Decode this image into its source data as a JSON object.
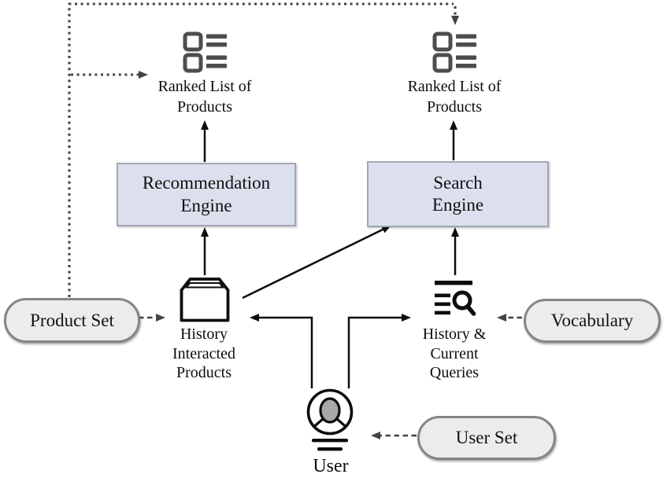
{
  "colors": {
    "engine_fill": "#dce0ee",
    "engine_border": "#a2a7b6",
    "pill_fill": "#ececec",
    "pill_border": "#858585",
    "solid": "#0d0d0d",
    "dashed": "#434343",
    "icon_gray": "#4d4d4d"
  },
  "nodes": {
    "ranked_list_left": {
      "label": "Ranked List of\nProducts"
    },
    "ranked_list_right": {
      "label": "Ranked List of\nProducts"
    },
    "recommendation_engine": {
      "label": "Recommendation\nEngine"
    },
    "search_engine": {
      "label": "Search\nEngine"
    },
    "history_interacted_products": {
      "label": "History\nInteracted\nProducts"
    },
    "history_current_queries": {
      "label": "History &\nCurrent\nQueries"
    },
    "user": {
      "label": "User"
    }
  },
  "inputs": {
    "product_set": {
      "label": "Product Set"
    },
    "vocabulary": {
      "label": "Vocabulary"
    },
    "user_set": {
      "label": "User Set"
    }
  },
  "icons": {
    "ranked_list": "ranked-list-icon",
    "history_products": "archive-box-icon",
    "queries": "list-search-icon",
    "user": "person-in-circle-icon"
  }
}
